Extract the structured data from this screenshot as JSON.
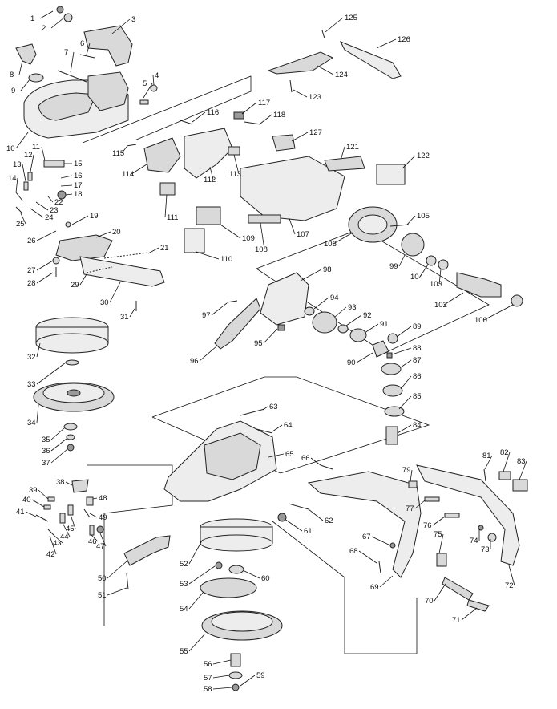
{
  "diagram": {
    "type": "exploded-parts-view",
    "colors": {
      "line": "#222222",
      "part_fill": "#d9d9d9",
      "background": "#ffffff"
    },
    "callouts": [
      {
        "id": "1",
        "label": "1"
      },
      {
        "id": "2",
        "label": "2"
      },
      {
        "id": "3",
        "label": "3"
      },
      {
        "id": "4",
        "label": "4"
      },
      {
        "id": "5",
        "label": "5"
      },
      {
        "id": "6",
        "label": "6"
      },
      {
        "id": "7",
        "label": "7"
      },
      {
        "id": "8",
        "label": "8"
      },
      {
        "id": "9",
        "label": "9"
      },
      {
        "id": "10",
        "label": "10"
      },
      {
        "id": "11",
        "label": "11"
      },
      {
        "id": "12",
        "label": "12"
      },
      {
        "id": "13",
        "label": "13"
      },
      {
        "id": "14",
        "label": "14"
      },
      {
        "id": "15",
        "label": "15"
      },
      {
        "id": "16",
        "label": "16"
      },
      {
        "id": "17",
        "label": "17"
      },
      {
        "id": "18",
        "label": "18"
      },
      {
        "id": "19",
        "label": "19"
      },
      {
        "id": "20",
        "label": "20"
      },
      {
        "id": "21",
        "label": "21"
      },
      {
        "id": "22",
        "label": "22"
      },
      {
        "id": "23",
        "label": "23"
      },
      {
        "id": "24",
        "label": "24"
      },
      {
        "id": "25",
        "label": "25"
      },
      {
        "id": "26",
        "label": "26"
      },
      {
        "id": "27",
        "label": "27"
      },
      {
        "id": "28",
        "label": "28"
      },
      {
        "id": "29",
        "label": "29"
      },
      {
        "id": "30",
        "label": "30"
      },
      {
        "id": "31",
        "label": "31"
      },
      {
        "id": "32",
        "label": "32"
      },
      {
        "id": "33",
        "label": "33"
      },
      {
        "id": "34",
        "label": "34"
      },
      {
        "id": "35",
        "label": "35"
      },
      {
        "id": "36",
        "label": "36"
      },
      {
        "id": "37",
        "label": "37"
      },
      {
        "id": "38",
        "label": "38"
      },
      {
        "id": "39",
        "label": "39"
      },
      {
        "id": "40",
        "label": "40"
      },
      {
        "id": "41",
        "label": "41"
      },
      {
        "id": "42",
        "label": "42"
      },
      {
        "id": "43",
        "label": "43"
      },
      {
        "id": "44",
        "label": "44"
      },
      {
        "id": "45",
        "label": "45"
      },
      {
        "id": "46",
        "label": "46"
      },
      {
        "id": "47",
        "label": "47"
      },
      {
        "id": "48",
        "label": "48"
      },
      {
        "id": "49",
        "label": "49"
      },
      {
        "id": "50",
        "label": "50"
      },
      {
        "id": "51",
        "label": "51"
      },
      {
        "id": "52",
        "label": "52"
      },
      {
        "id": "53",
        "label": "53"
      },
      {
        "id": "54",
        "label": "54"
      },
      {
        "id": "55",
        "label": "55"
      },
      {
        "id": "56",
        "label": "56"
      },
      {
        "id": "57",
        "label": "57"
      },
      {
        "id": "58",
        "label": "58"
      },
      {
        "id": "59",
        "label": "59"
      },
      {
        "id": "60",
        "label": "60"
      },
      {
        "id": "61",
        "label": "61"
      },
      {
        "id": "62",
        "label": "62"
      },
      {
        "id": "63",
        "label": "63"
      },
      {
        "id": "64",
        "label": "64"
      },
      {
        "id": "65",
        "label": "65"
      },
      {
        "id": "66",
        "label": "66"
      },
      {
        "id": "67",
        "label": "67"
      },
      {
        "id": "68",
        "label": "68"
      },
      {
        "id": "69",
        "label": "69"
      },
      {
        "id": "70",
        "label": "70"
      },
      {
        "id": "71",
        "label": "71"
      },
      {
        "id": "72",
        "label": "72"
      },
      {
        "id": "73",
        "label": "73"
      },
      {
        "id": "74",
        "label": "74"
      },
      {
        "id": "75",
        "label": "75"
      },
      {
        "id": "76",
        "label": "76"
      },
      {
        "id": "77",
        "label": "77"
      },
      {
        "id": "79",
        "label": "79"
      },
      {
        "id": "81",
        "label": "81"
      },
      {
        "id": "82",
        "label": "82"
      },
      {
        "id": "83",
        "label": "83"
      },
      {
        "id": "84",
        "label": "84"
      },
      {
        "id": "85",
        "label": "85"
      },
      {
        "id": "86",
        "label": "86"
      },
      {
        "id": "87",
        "label": "87"
      },
      {
        "id": "88",
        "label": "88"
      },
      {
        "id": "89",
        "label": "89"
      },
      {
        "id": "90",
        "label": "90"
      },
      {
        "id": "91",
        "label": "91"
      },
      {
        "id": "92",
        "label": "92"
      },
      {
        "id": "93",
        "label": "93"
      },
      {
        "id": "94",
        "label": "94"
      },
      {
        "id": "95",
        "label": "95"
      },
      {
        "id": "96",
        "label": "96"
      },
      {
        "id": "97",
        "label": "97"
      },
      {
        "id": "98",
        "label": "98"
      },
      {
        "id": "99",
        "label": "99"
      },
      {
        "id": "100",
        "label": "100"
      },
      {
        "id": "102",
        "label": "102"
      },
      {
        "id": "103",
        "label": "103"
      },
      {
        "id": "104",
        "label": "104"
      },
      {
        "id": "105",
        "label": "105"
      },
      {
        "id": "106",
        "label": "106"
      },
      {
        "id": "107",
        "label": "107"
      },
      {
        "id": "108",
        "label": "108"
      },
      {
        "id": "109",
        "label": "109"
      },
      {
        "id": "110",
        "label": "110"
      },
      {
        "id": "111",
        "label": "111"
      },
      {
        "id": "112",
        "label": "112"
      },
      {
        "id": "113",
        "label": "113"
      },
      {
        "id": "114",
        "label": "114"
      },
      {
        "id": "115",
        "label": "115"
      },
      {
        "id": "116",
        "label": "116"
      },
      {
        "id": "117",
        "label": "117"
      },
      {
        "id": "118",
        "label": "118"
      },
      {
        "id": "121",
        "label": "121"
      },
      {
        "id": "122",
        "label": "122"
      },
      {
        "id": "123",
        "label": "123"
      },
      {
        "id": "124",
        "label": "124"
      },
      {
        "id": "125",
        "label": "125"
      },
      {
        "id": "126",
        "label": "126"
      },
      {
        "id": "127",
        "label": "127"
      }
    ]
  }
}
